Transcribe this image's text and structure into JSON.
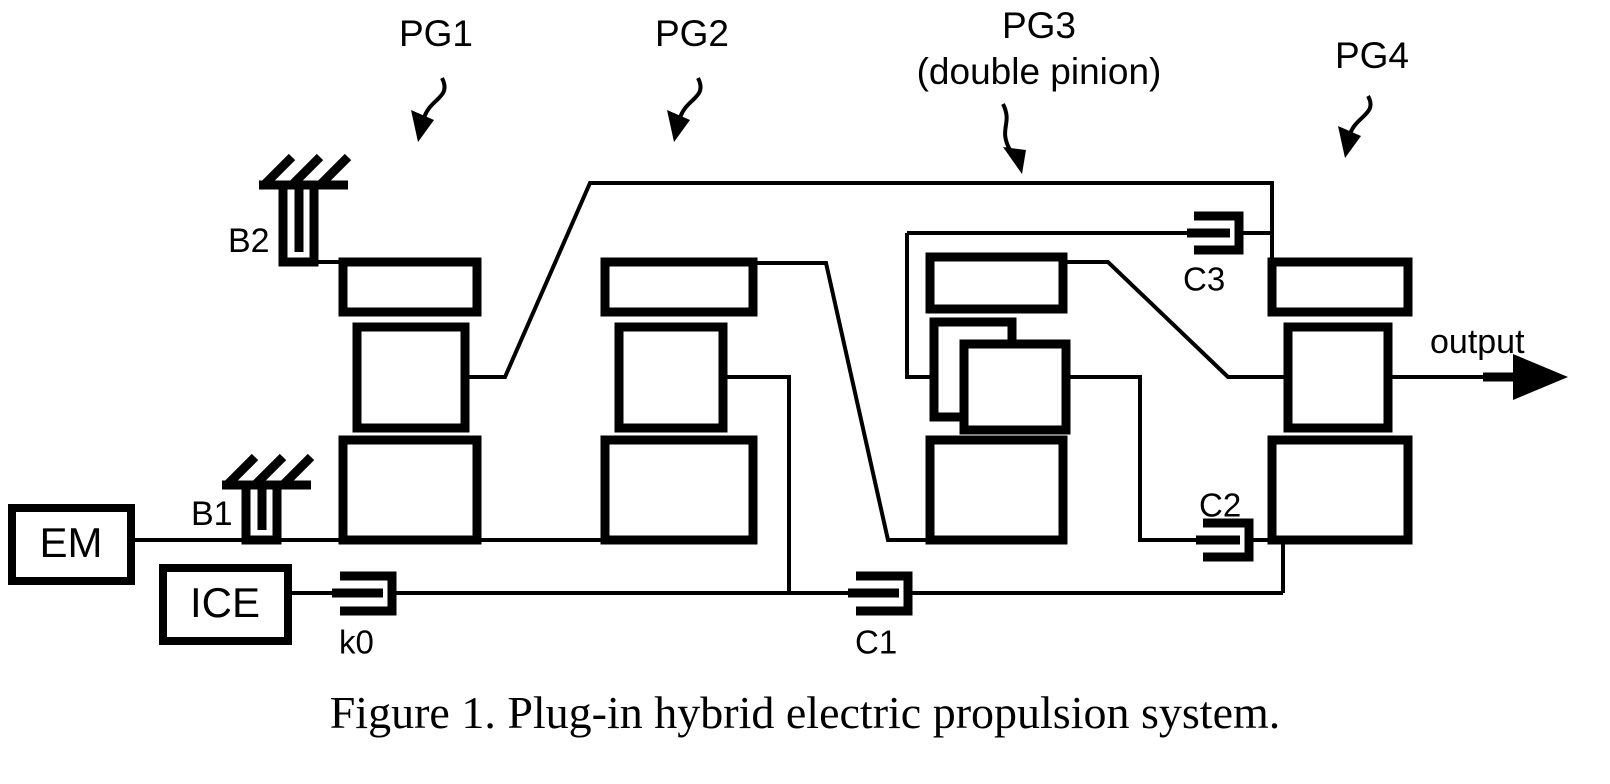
{
  "figure": {
    "caption": "Figure 1. Plug-in hybrid electric propulsion system.",
    "background_color": "#ffffff",
    "line_color": "#000000"
  },
  "annotations": {
    "pg1": {
      "label": "PG1"
    },
    "pg2": {
      "label": "PG2"
    },
    "pg3": {
      "label": "PG3",
      "sublabel": "(double pinion)"
    },
    "pg4": {
      "label": "PG4"
    }
  },
  "power_sources": {
    "em": {
      "label": "EM"
    },
    "ice": {
      "label": "ICE"
    }
  },
  "brakes": [
    {
      "label": "B2"
    },
    {
      "label": "B1"
    }
  ],
  "clutches": [
    {
      "label": "k0"
    },
    {
      "label": "C1"
    },
    {
      "label": "C2"
    },
    {
      "label": "C3"
    }
  ],
  "output": {
    "label": "output"
  }
}
